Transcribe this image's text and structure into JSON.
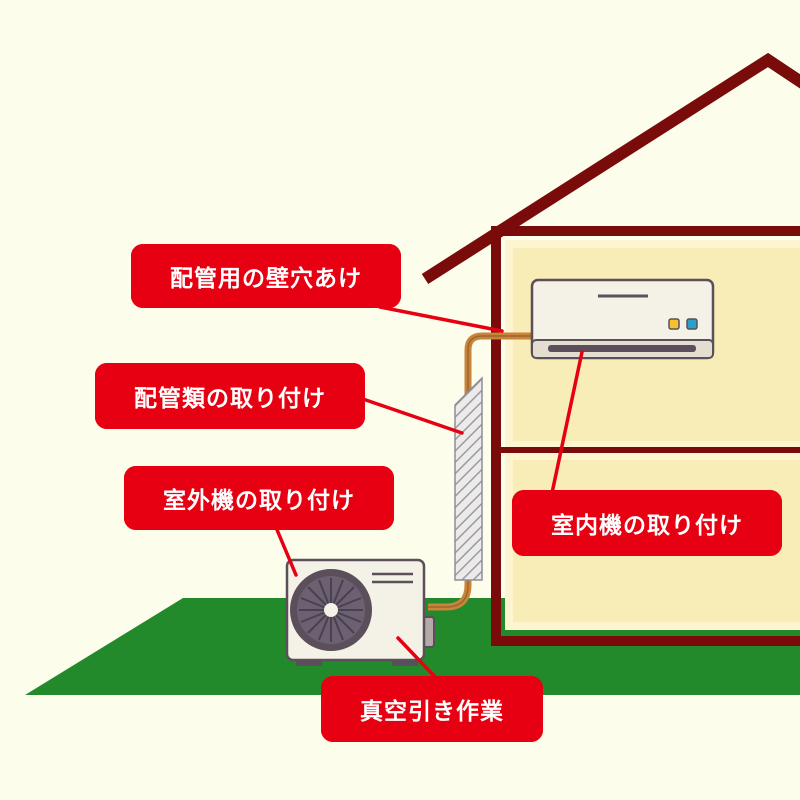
{
  "labels": {
    "wall_hole": "配管用の壁穴あけ",
    "piping": "配管類の取り付け",
    "outdoor_unit": "室外機の取り付け",
    "indoor_unit": "室内機の取り付け",
    "vacuum": "真空引き作業"
  },
  "colors": {
    "background": "#fdfdec",
    "house_frame": "#7a0b0b",
    "wall_interior": "#fcf5cf",
    "ground": "#238a2b",
    "label_bg": "#e60012",
    "label_text": "#ffffff",
    "copper_pipe": "#c8843a",
    "unit_body": "#f4f1e6",
    "outline": "#5a4f5a"
  }
}
